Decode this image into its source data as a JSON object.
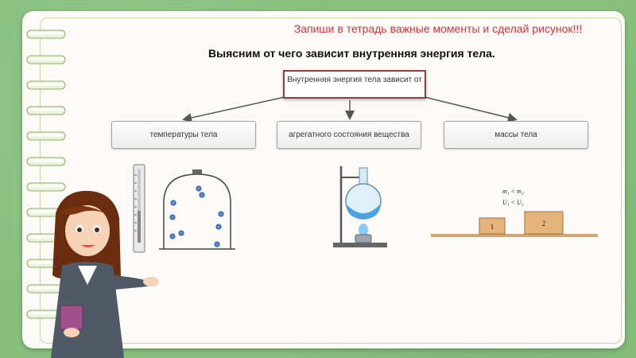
{
  "note": "Запиши в тетрадь важные моменты и сделай рисунок!!!",
  "heading": "Выясним от чего зависит внутренняя энергия тела.",
  "center_box": "Внутренняя энергия тела зависит от",
  "factors": [
    {
      "label": "температуры тела"
    },
    {
      "label": "агрегатного состояния вещества"
    },
    {
      "label": "массы тела"
    }
  ],
  "mass_formula": {
    "line1": "m₁ < m₂",
    "line2": "U₁ < U₂"
  },
  "blocks": [
    "1",
    "2"
  ],
  "colors": {
    "background": "#86c07c",
    "note_red": "#e0323a",
    "box_border": "#8e3f3f",
    "table_line": "#d2a46f"
  }
}
